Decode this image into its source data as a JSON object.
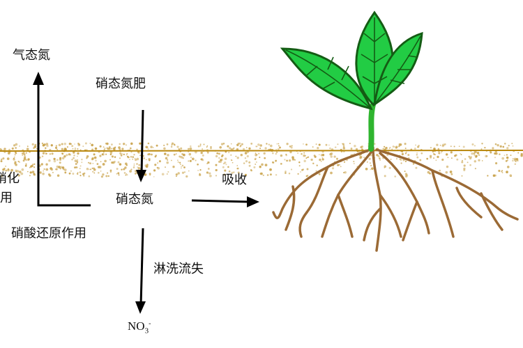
{
  "labels": {
    "gaseous_nitrogen": "气态氮",
    "nitrate_fertilizer": "硝态氮肥",
    "nitrate_nitrogen": "硝态氮",
    "absorption": "吸收",
    "denitrification": "硝酸还原作用",
    "leaching_loss": "淋洗流失",
    "nitrification_partial_top": "硝化",
    "nitrification_partial_bottom": "用",
    "nitrate_ion_base": "NO",
    "nitrate_ion_sub": "3",
    "nitrate_ion_sup": "-"
  },
  "colors": {
    "soil_line": "#b8860b",
    "soil_speckle": "#c9a24a",
    "root": "#9b6a35",
    "stem": "#2fb52f",
    "leaf_fill": "#22cc44",
    "leaf_outline": "#145c14",
    "arrow": "#000000"
  }
}
